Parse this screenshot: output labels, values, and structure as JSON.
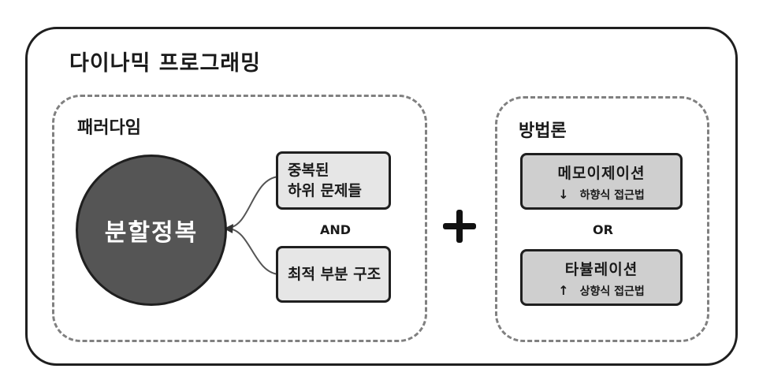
{
  "title": "다이나믹 프로그래밍",
  "paradigm": {
    "title": "패러다임",
    "core": "분할정복",
    "properties": [
      {
        "line1": "중복된",
        "line2": "하위 문제들"
      },
      {
        "line1": "최적 부분 구조"
      }
    ],
    "and_label": "AND"
  },
  "operator": "+",
  "method": {
    "title": "방법론",
    "or_label": "OR",
    "items": [
      {
        "name": "메모이제이션",
        "arrow": "↓",
        "approach": "하향식 접근법"
      },
      {
        "name": "타뷸레이션",
        "arrow": "↑",
        "approach": "상향식 접근법"
      }
    ]
  },
  "colors": {
    "circle_fill": "#555555",
    "property_box_fill": "#e6e6e6",
    "method_box_fill": "#cfcfcf",
    "dashed_border": "#808080",
    "stroke": "#1f1f1f"
  }
}
